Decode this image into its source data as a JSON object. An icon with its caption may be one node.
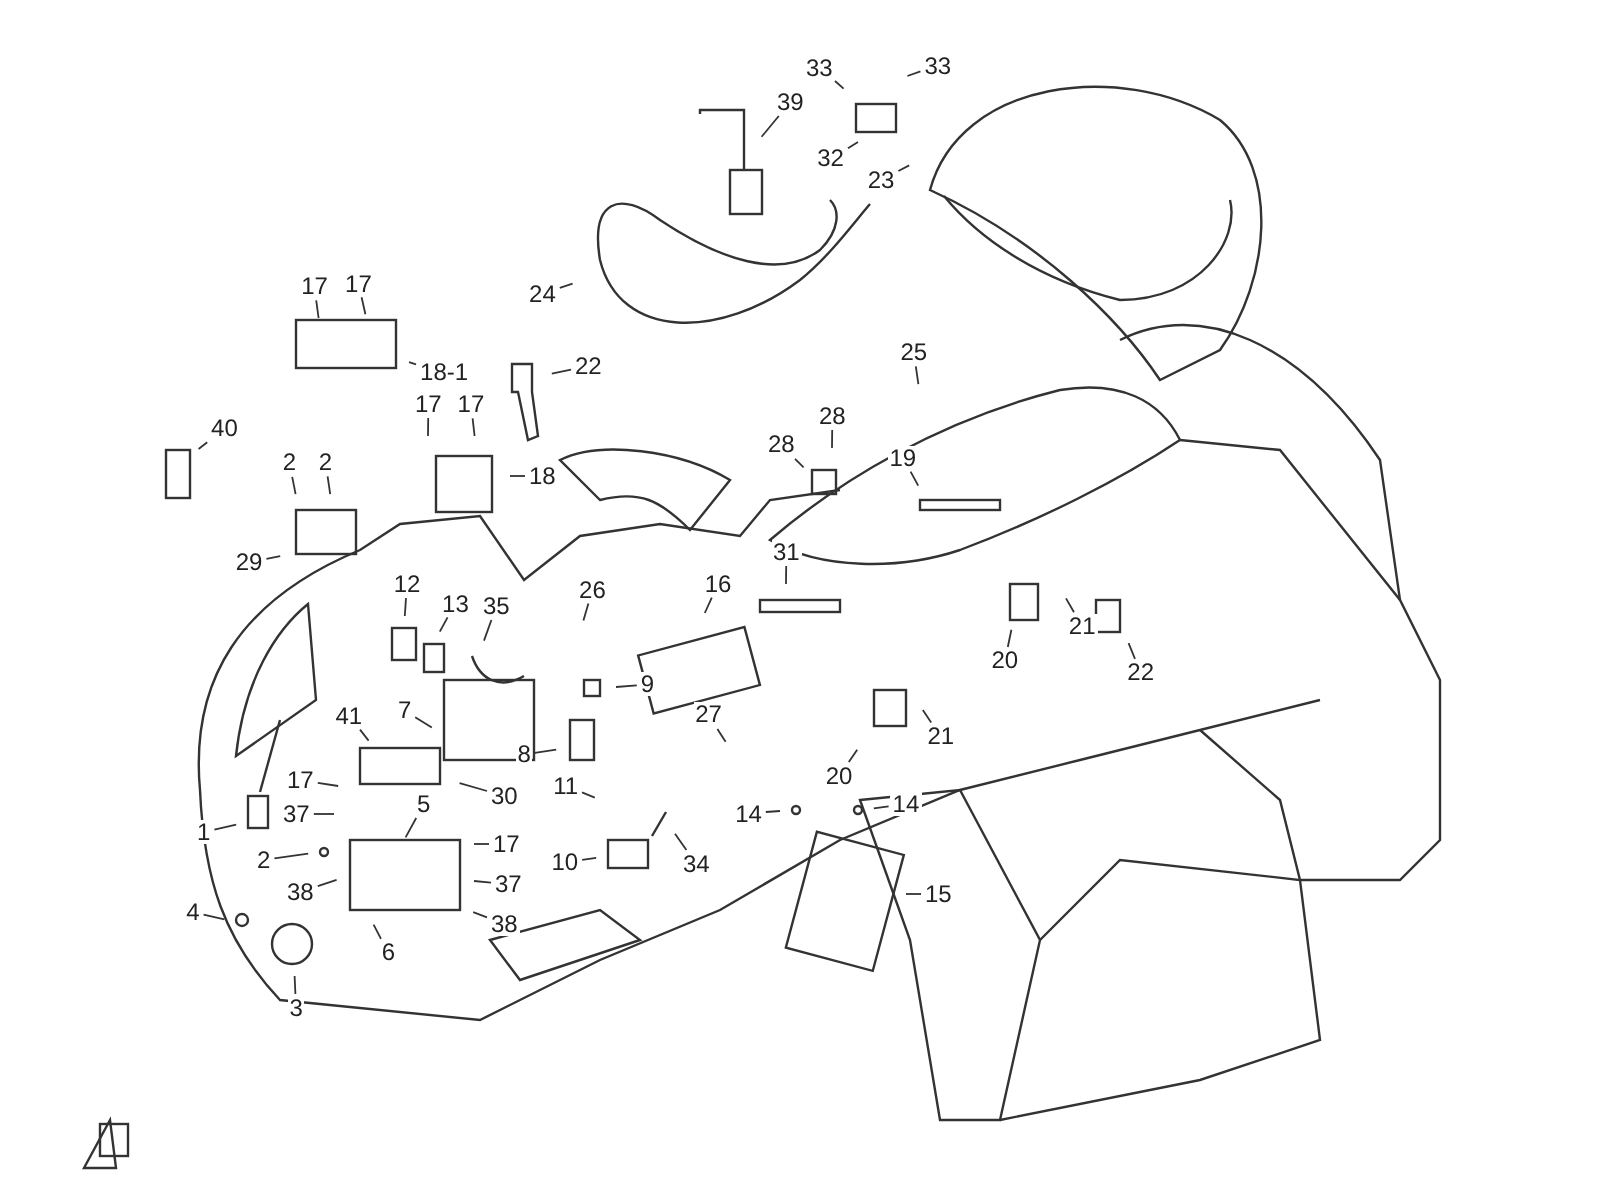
{
  "diagram": {
    "nodes": [
      {
        "text": [
          "39"
        ]
      },
      {
        "text": [
          "33"
        ]
      },
      {
        "text": [
          "33"
        ]
      },
      {
        "text": [
          "32"
        ]
      },
      {
        "text": [
          "23"
        ]
      },
      {
        "text": [
          "24"
        ]
      },
      {
        "text": [
          "17"
        ]
      },
      {
        "text": [
          "17"
        ]
      },
      {
        "text": [
          "18-1"
        ]
      },
      {
        "text": [
          "22"
        ]
      },
      {
        "text": [
          "25"
        ]
      },
      {
        "text": [
          "40"
        ]
      },
      {
        "text": [
          "17"
        ]
      },
      {
        "text": [
          "17"
        ]
      },
      {
        "text": [
          "18"
        ]
      },
      {
        "text": [
          "28"
        ]
      },
      {
        "text": [
          "28"
        ]
      },
      {
        "text": [
          "19"
        ]
      },
      {
        "text": [
          "2"
        ]
      },
      {
        "text": [
          "2"
        ]
      },
      {
        "text": [
          "29"
        ]
      },
      {
        "text": [
          "12"
        ]
      },
      {
        "text": [
          "13"
        ]
      },
      {
        "text": [
          "35"
        ]
      },
      {
        "text": [
          "26"
        ]
      },
      {
        "text": [
          "16"
        ]
      },
      {
        "text": [
          "31"
        ]
      },
      {
        "text": [
          "21"
        ]
      },
      {
        "text": [
          "20"
        ]
      },
      {
        "text": [
          "22"
        ]
      },
      {
        "text": [
          "9"
        ]
      },
      {
        "text": [
          "7"
        ]
      },
      {
        "text": [
          "8"
        ]
      },
      {
        "text": [
          "27"
        ]
      },
      {
        "text": [
          "21"
        ]
      },
      {
        "text": [
          "20"
        ]
      },
      {
        "text": [
          "41"
        ]
      },
      {
        "text": [
          "30"
        ]
      },
      {
        "text": [
          "11"
        ]
      },
      {
        "text": [
          "17"
        ]
      },
      {
        "text": [
          "2"
        ]
      },
      {
        "text": [
          "37"
        ]
      },
      {
        "text": [
          "5"
        ]
      },
      {
        "text": [
          "17"
        ]
      },
      {
        "text": [
          "14"
        ]
      },
      {
        "text": [
          "14"
        ]
      },
      {
        "text": [
          "1"
        ]
      },
      {
        "text": [
          "38"
        ]
      },
      {
        "text": [
          "10"
        ]
      },
      {
        "text": [
          "34"
        ]
      },
      {
        "text": [
          "37"
        ]
      },
      {
        "text": [
          "6"
        ]
      },
      {
        "text": [
          "15"
        ]
      },
      {
        "text": [
          "38"
        ]
      },
      {
        "text": [
          "4"
        ]
      },
      {
        "text": [
          "3"
        ]
      }
    ],
    "edges": [
      {
        "from": 0,
        "to": null,
        "arrow": "none"
      },
      {
        "from": 1,
        "to": null,
        "arrow": "none"
      },
      {
        "from": 2,
        "to": null,
        "arrow": "none"
      },
      {
        "from": 3,
        "to": null,
        "arrow": "none"
      },
      {
        "from": 4,
        "to": null,
        "arrow": "none"
      },
      {
        "from": 5,
        "to": null,
        "arrow": "none"
      },
      {
        "from": 6,
        "to": null,
        "arrow": "none"
      },
      {
        "from": 7,
        "to": null,
        "arrow": "none"
      },
      {
        "from": 8,
        "to": null,
        "arrow": "none"
      },
      {
        "from": 9,
        "to": null,
        "arrow": "none"
      },
      {
        "from": 10,
        "to": null,
        "arrow": "none"
      },
      {
        "from": 11,
        "to": null,
        "arrow": "none"
      },
      {
        "from": 12,
        "to": null,
        "arrow": "none"
      },
      {
        "from": 13,
        "to": null,
        "arrow": "none"
      },
      {
        "from": 14,
        "to": null,
        "arrow": "none"
      },
      {
        "from": 15,
        "to": null,
        "arrow": "none"
      },
      {
        "from": 16,
        "to": null,
        "arrow": "none"
      },
      {
        "from": 17,
        "to": null,
        "arrow": "none"
      },
      {
        "from": 18,
        "to": null,
        "arrow": "none"
      },
      {
        "from": 19,
        "to": null,
        "arrow": "none"
      },
      {
        "from": 20,
        "to": null,
        "arrow": "none"
      },
      {
        "from": 21,
        "to": null,
        "arrow": "none"
      },
      {
        "from": 22,
        "to": null,
        "arrow": "none"
      },
      {
        "from": 23,
        "to": null,
        "arrow": "none"
      },
      {
        "from": 24,
        "to": null,
        "arrow": "none"
      },
      {
        "from": 25,
        "to": null,
        "arrow": "none"
      },
      {
        "from": 26,
        "to": null,
        "arrow": "none"
      },
      {
        "from": 27,
        "to": null,
        "arrow": "none"
      },
      {
        "from": 28,
        "to": null,
        "arrow": "none"
      },
      {
        "from": 29,
        "to": null,
        "arrow": "none"
      },
      {
        "from": 30,
        "to": null,
        "arrow": "none"
      },
      {
        "from": 31,
        "to": null,
        "arrow": "none"
      },
      {
        "from": 32,
        "to": null,
        "arrow": "none"
      },
      {
        "from": 33,
        "to": null,
        "arrow": "none"
      },
      {
        "from": 34,
        "to": null,
        "arrow": "none"
      },
      {
        "from": 35,
        "to": null,
        "arrow": "none"
      },
      {
        "from": 36,
        "to": null,
        "arrow": "none"
      },
      {
        "from": 37,
        "to": null,
        "arrow": "none"
      },
      {
        "from": 38,
        "to": null,
        "arrow": "none"
      },
      {
        "from": 39,
        "to": null,
        "arrow": "none"
      },
      {
        "from": 40,
        "to": null,
        "arrow": "none"
      },
      {
        "from": 41,
        "to": null,
        "arrow": "none"
      },
      {
        "from": 42,
        "to": null,
        "arrow": "none"
      },
      {
        "from": 43,
        "to": null,
        "arrow": "none"
      },
      {
        "from": 44,
        "to": null,
        "arrow": "none"
      },
      {
        "from": 45,
        "to": null,
        "arrow": "none"
      },
      {
        "from": 46,
        "to": null,
        "arrow": "none"
      },
      {
        "from": 47,
        "to": null,
        "arrow": "none"
      },
      {
        "from": 48,
        "to": null,
        "arrow": "none"
      },
      {
        "from": 49,
        "to": null,
        "arrow": "none"
      },
      {
        "from": 50,
        "to": null,
        "arrow": "none"
      },
      {
        "from": 51,
        "to": null,
        "arrow": "none"
      },
      {
        "from": 52,
        "to": null,
        "arrow": "none"
      },
      {
        "from": 53,
        "to": null,
        "arrow": "none"
      },
      {
        "from": 54,
        "to": null,
        "arrow": "none"
      },
      {
        "from": 55,
        "to": null,
        "arrow": "none"
      }
    ]
  }
}
